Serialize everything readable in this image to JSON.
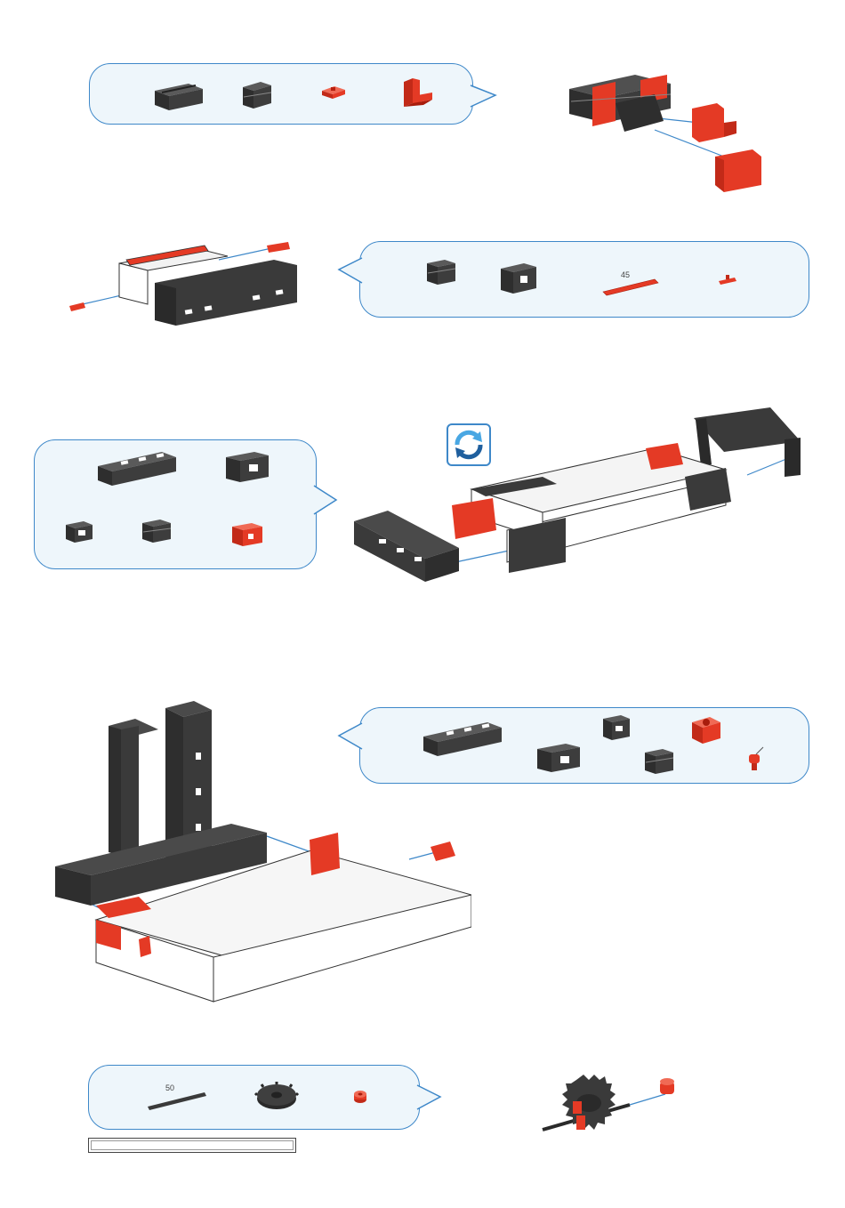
{
  "steps": [
    {
      "parts": [
        "block-30-black",
        "block-15-black",
        "bs5-red",
        "angle-block-red"
      ]
    },
    {
      "parts": [
        "block-15-black",
        "box-black",
        "rod-45-red",
        "pin-red"
      ],
      "rod_label": "45"
    },
    {
      "parts": [
        "block-90-black",
        "box-black",
        "cube-black",
        "block-15-black",
        "cube-red"
      ],
      "icon": "rotate-icon"
    },
    {
      "parts": [
        "block-90-black",
        "box-black",
        "cube-black",
        "block-15-black",
        "hub-red",
        "plug-red"
      ]
    },
    {
      "parts": [
        "axle-50-black",
        "gear-black",
        "collar-red"
      ],
      "axle_label": "50"
    }
  ],
  "progress": {
    "fraction": 0.0
  },
  "colors": {
    "bubble_fill": "#eef6fb",
    "bubble_border": "#3e88c9",
    "brick_black": "#3a3a3a",
    "brick_red": "#e43a25",
    "brick_white": "#ffffff"
  }
}
